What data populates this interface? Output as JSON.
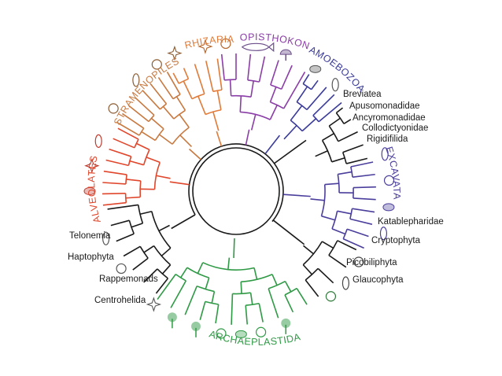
{
  "colors": {
    "rhizaria": "#e07b39",
    "stramenopiles": "#c8793f",
    "alveolates": "#e0462b",
    "opisthokonta": "#8a3ea6",
    "amoebozoa": "#3b3b9a",
    "excavata": "#4a3e9c",
    "archaeplastida": "#2f9a45",
    "other": "#1a1a1a"
  },
  "groups": {
    "rhizaria": "RHIZARIA",
    "opisthokonta": "OPISTHOKONTA",
    "amoebozoa": "AMOEBOZOA",
    "stramenopiles": "STRAMENOPILES",
    "alveolates": "ALVEOLATES",
    "excavata": "EXCAVATA",
    "archaeplastida": "ARCHAEPLASTIDA"
  },
  "taxa": {
    "breviatea": "Breviatea",
    "apusomonadidae": "Apusomonadidae",
    "ancyromonadidae": "Ancyromonadidae",
    "collodictyonidae": "Collodictyonidae",
    "rigidifilida": "Rigidifilida",
    "katablepharidae": "Katablepharidae",
    "cryptophyta": "Cryptophyta",
    "picobiliphyta": "Picobiliphyta",
    "glaucophyta": "Glaucophyta",
    "telonemia": "Telonemia",
    "haptophyta": "Haptophyta",
    "rappemonads": "Rappemonads",
    "centrohelida": "Centrohelida"
  },
  "icons": [
    "radiolarian-icon",
    "fish-icon",
    "mushroom-icon",
    "amoeba-icon",
    "diatom-icon",
    "dinoflagellate-icon",
    "ciliate-icon",
    "flagellate-icon",
    "euglenid-icon",
    "diplomonad-icon",
    "alga-icon",
    "tree-icon",
    "seaweed-icon",
    "heliozoan-icon",
    "coccolith-icon"
  ]
}
